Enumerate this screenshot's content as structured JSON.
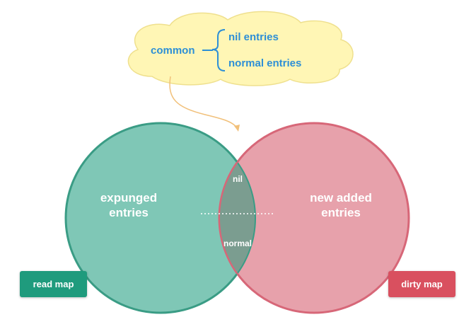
{
  "colors": {
    "read_map": "#1f9b7d",
    "dirty_map": "#d9505f",
    "circle_left_fill": "#7fc7b6",
    "circle_left_stroke": "#3a9c85",
    "circle_right_fill": "#e7a1ab",
    "circle_right_stroke": "#d76778",
    "overlap_fill": "#7b9d90",
    "cloud_fill": "#fff6b5",
    "cloud_stroke": "#efe08e",
    "cloud_text": "#2d8fd6",
    "arrow": "#f1c07a"
  },
  "cloud": {
    "common": "common",
    "nil_entries": "nil entries",
    "normal_entries": "normal entries"
  },
  "venn": {
    "left_region": [
      "expunged",
      "entries"
    ],
    "right_region": [
      "new added",
      "entries"
    ],
    "overlap_top": "nil",
    "overlap_bottom": "normal"
  },
  "labels": {
    "read_map": "read map",
    "dirty_map": "dirty map"
  },
  "icons": {
    "brace": "curly-brace-icon",
    "arrow": "curved-arrow-icon"
  }
}
